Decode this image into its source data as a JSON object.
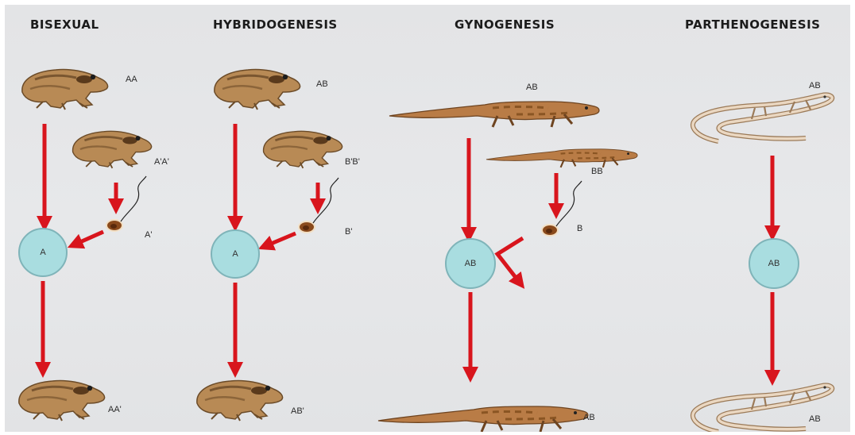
{
  "columns": [
    {
      "title": "BISEXUAL",
      "parent_female_label": "AA",
      "parent_male_label": "A'A'",
      "sperm_label": "A'",
      "egg_label": "A",
      "offspring_label": "AA'"
    },
    {
      "title": "HYBRIDOGENESIS",
      "parent_female_label": "AB",
      "parent_male_label": "B'B'",
      "sperm_label": "B'",
      "egg_label": "A",
      "offspring_label": "AB'"
    },
    {
      "title": "GYNOGENESIS",
      "parent_female_label": "AB",
      "parent_male_label": "BB",
      "sperm_label": "B",
      "egg_label": "AB",
      "offspring_label": "AB"
    },
    {
      "title": "PARTHENOGENESIS",
      "parent_female_label": "AB",
      "egg_label": "AB",
      "offspring_label": "AB"
    }
  ],
  "colors": {
    "arrow": "#d8151d",
    "egg_fill": "#a9dde0",
    "egg_stroke": "#7fb4b9",
    "frog_body": "#b88a55",
    "salamander_body": "#b97c46",
    "lizard_body": "#ead7c1",
    "sperm_head": "#8a4a1c"
  }
}
